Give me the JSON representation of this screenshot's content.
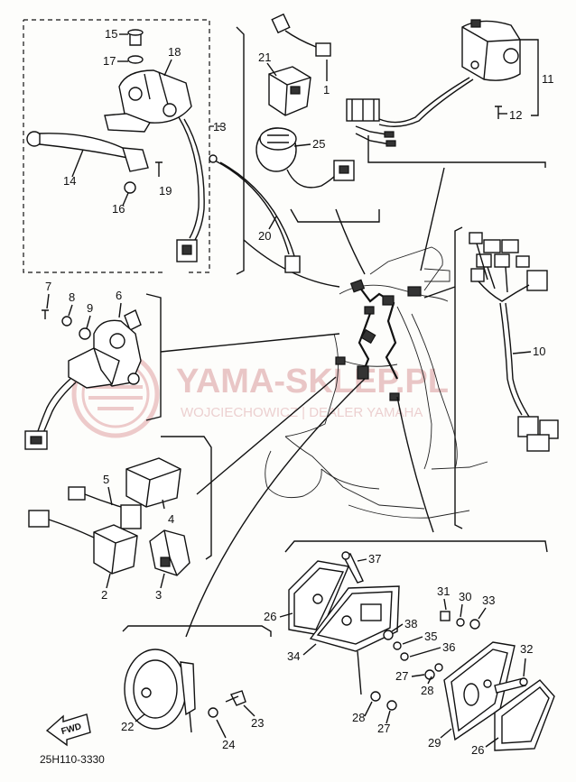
{
  "diagram": {
    "part_labels": {
      "p1": "1",
      "p2": "2",
      "p3": "3",
      "p4": "4",
      "p5": "5",
      "p6": "6",
      "p7": "7",
      "p8": "8",
      "p9": "9",
      "p10": "10",
      "p11": "11",
      "p12": "12",
      "p13": "13",
      "p14": "14",
      "p15": "15",
      "p16": "16",
      "p17": "17",
      "p18": "18",
      "p19": "19",
      "p20": "20",
      "p21": "21",
      "p22": "22",
      "p23": "23",
      "p24": "24",
      "p25": "25",
      "p26a": "26",
      "p26b": "26",
      "p27a": "27",
      "p27b": "27",
      "p28a": "28",
      "p28b": "28",
      "p29": "29",
      "p30": "30",
      "p31": "31",
      "p32": "32",
      "p33": "33",
      "p34": "34",
      "p35": "35",
      "p36": "36",
      "p37": "37",
      "p38": "38"
    },
    "direction_badge": "FWD",
    "drawing_code": "25H110-3330",
    "watermark": {
      "main": "YAMA-SKLEP.PL",
      "sub": "WOJCIECHOWICZ | DEALER YAMAHA"
    },
    "colors": {
      "ink": "#111111",
      "paper": "#fdfdfb",
      "watermark": "#e9c6c6"
    }
  }
}
